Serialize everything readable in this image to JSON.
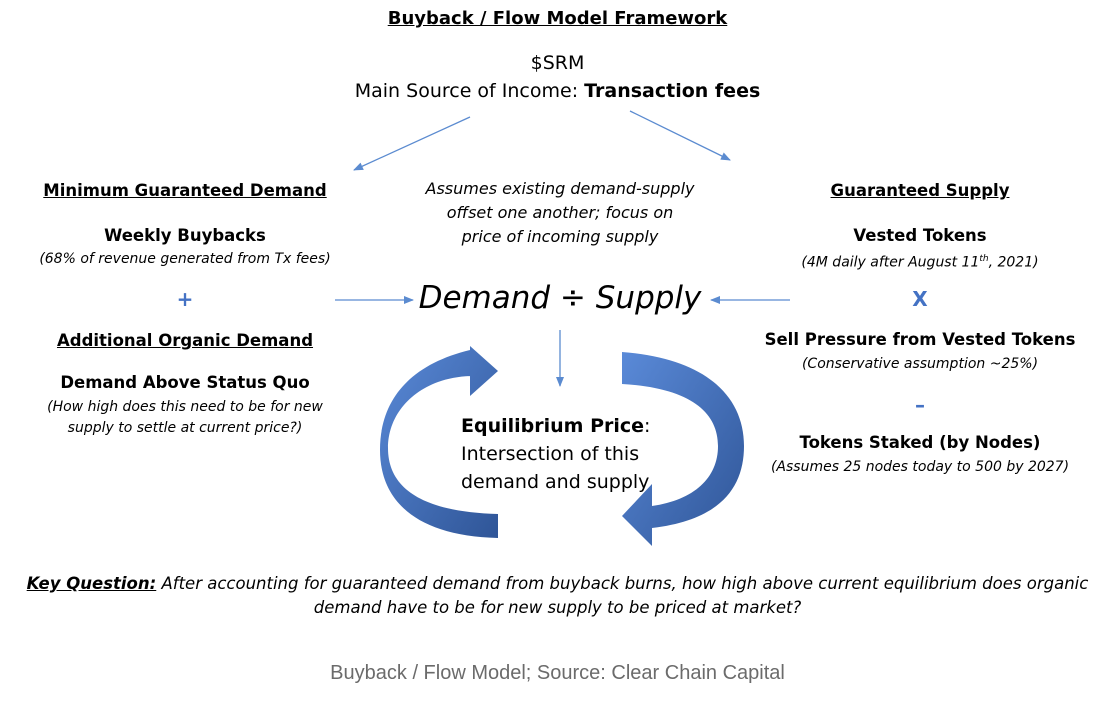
{
  "title": "Buyback / Flow Model Framework",
  "ticker": "$SRM",
  "income": {
    "label": "Main Source of Income: ",
    "value": "Transaction fees"
  },
  "center_note": [
    "Assumes existing demand-supply",
    "offset one another; focus on",
    "price of incoming supply"
  ],
  "left": {
    "heading1": "Minimum Guaranteed Demand",
    "item1": "Weekly Buybacks",
    "note1": "(68% of revenue generated from Tx fees)",
    "operator": "+",
    "heading2": "Additional Organic Demand",
    "item2": "Demand Above Status Quo",
    "note2_line1": "(How high does this need to be for new",
    "note2_line2": "supply to settle at current price?)"
  },
  "right": {
    "heading1": "Guaranteed Supply",
    "item1": "Vested Tokens",
    "note1_pre": "(4M daily after August 11",
    "note1_sup": "th",
    "note1_post": ", 2021)",
    "operator1": "X",
    "item2": "Sell Pressure from Vested Tokens",
    "note2": "(Conservative assumption ~25%)",
    "operator2": "–",
    "item3": "Tokens Staked (by Nodes)",
    "note3": "(Assumes 25 nodes today to 500 by 2027)"
  },
  "equation": "Demand ÷ Supply",
  "equilibrium": {
    "label": "Equilibrium Price",
    "colon": ":",
    "line2": "Intersection of this",
    "line3": "demand and supply"
  },
  "key_question": {
    "label": "Key Question:",
    "text": " After accounting for guaranteed demand from buyback burns, how high above current equilibrium does organic demand have to be for new supply to be priced at market?"
  },
  "caption": "Buyback / Flow Model; Source: Clear Chain Capital",
  "colors": {
    "arrow_line": "#5b8bd0",
    "cycle_blue": "#4472c4",
    "operator_blue": "#4472c4",
    "caption_gray": "#6b6b6b"
  }
}
